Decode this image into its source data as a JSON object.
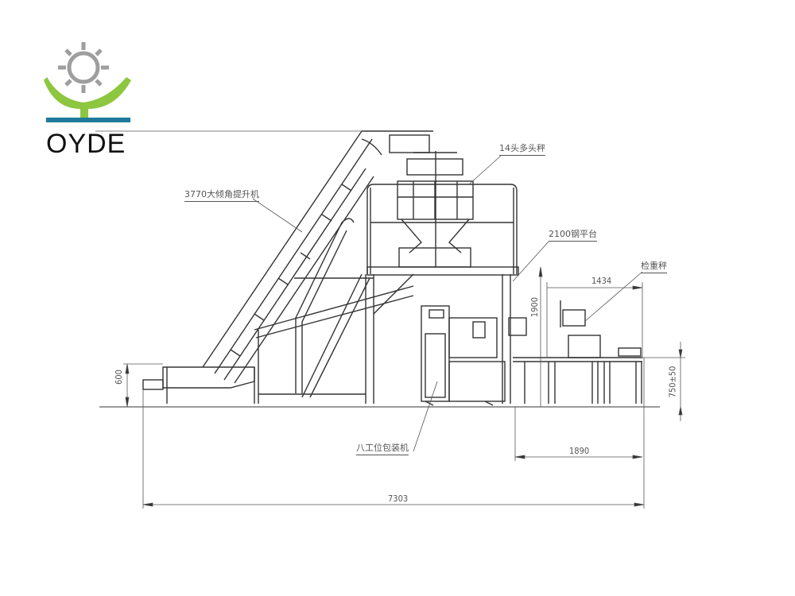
{
  "logo": {
    "brand": "OYDE",
    "colors": {
      "gear": "#9e9e9e",
      "cup": "#8dc63f",
      "bar": "#1f7a9c",
      "text": "#111111"
    }
  },
  "labels": {
    "elevator": "3770大倾角提升机",
    "weigher": "14头多头秤",
    "platform": "2100钢平台",
    "checkweigher": "检重秤",
    "packing_machine": "八工位包装机"
  },
  "dimensions": {
    "total_length": "7303",
    "checkweigher_length": "1890",
    "checkweigher_top": "1434",
    "platform_height": "1900",
    "conveyor_height": "750±50",
    "infeed_height": "600"
  },
  "colors": {
    "line": "#333333",
    "dim_line": "#555555",
    "background": "#ffffff"
  }
}
